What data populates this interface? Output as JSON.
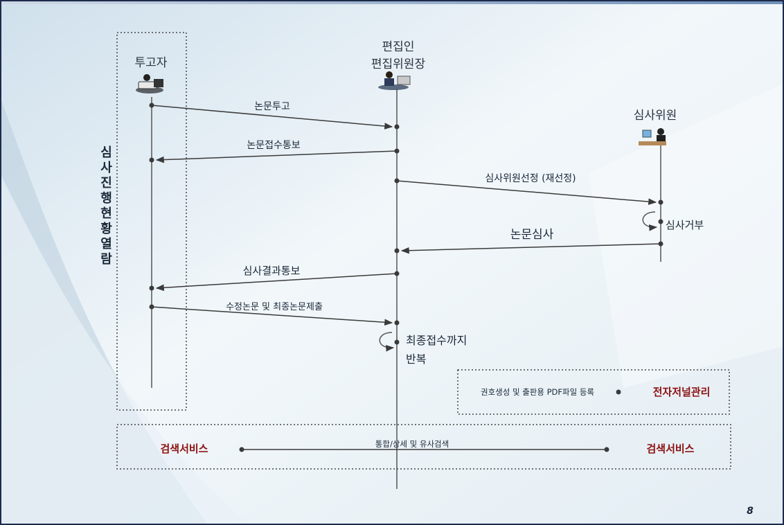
{
  "actors": {
    "author": "투고자",
    "editor_line1": "편집인",
    "editor_line2": "편집위원장",
    "reviewer": "심사위원"
  },
  "side_label": "심사진행현황열람",
  "messages": {
    "submit": "논문투고",
    "receipt_notice": "논문접수통보",
    "select_reviewer": "심사위원선정 (재선정)",
    "review_reject": "심사거부",
    "review": "논문심사",
    "result_notice": "심사결과통보",
    "revision_submit": "수정논문 및 최종논문제출",
    "repeat_line1": "최종접수까지",
    "repeat_line2": "반복"
  },
  "ejournal": {
    "task": "권호생성 및 출판용 PDF파일 등록",
    "label": "전자저널관리"
  },
  "search": {
    "left_label": "검색서비스",
    "right_label": "검색서비스",
    "link_label": "통합/상세 및 유사검색"
  },
  "page_number": "8",
  "colors": {
    "arrow": "#3a3a3a",
    "emphasis": "#8c1010",
    "frame": "#1c2a4a"
  }
}
